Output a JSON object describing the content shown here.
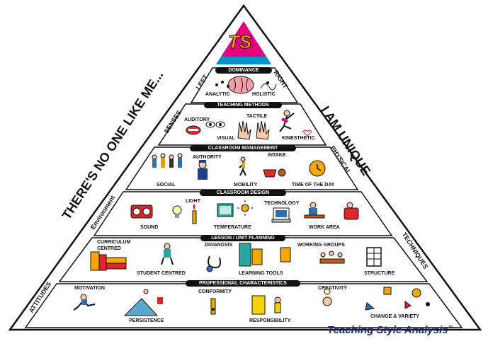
{
  "logo": {
    "text": "TS"
  },
  "side_labels": {
    "left_slogan": "THERE'S NO ONE LIKE ME...",
    "right_slogan": "I AM UNIQUE",
    "left_levels": [
      "LEFT",
      "SENSES",
      "Environment",
      "ATTITUDES"
    ],
    "right_levels": [
      "RIGHT",
      "PHYSICAL",
      "TECHNIQUES"
    ]
  },
  "levels": [
    {
      "title": "DOMINANCE",
      "items": [
        "ANALYTIC",
        "HOLISTIC"
      ]
    },
    {
      "title": "TEACHING METHODS",
      "items": [
        "AUDITORY",
        "VISUAL",
        "TACTILE",
        "KINESTHETIC"
      ]
    },
    {
      "title": "CLASSROOM MANAGEMENT",
      "items": [
        "AUTHORITY",
        "INTAKE",
        "SOCIAL",
        "MOBILITY",
        "TIME OF THE DAY"
      ]
    },
    {
      "title": "CLASSROOM DESIGN",
      "items": [
        "LIGHT",
        "TECHNOLOGY",
        "SOUND",
        "TEMPERATURE",
        "WORK AREA"
      ]
    },
    {
      "title": "LESSON / UNIT PLANNING",
      "items": [
        "CURRICULUM CENTRED",
        "DIAGNOSIS",
        "WORKING GROUPS",
        "STUDENT CENTRED",
        "LEARNING TOOLS",
        "STRUCTURE"
      ]
    },
    {
      "title": "PROFESSIONAL CHARACTERISTICS",
      "items": [
        "MOTIVATION",
        "CONFORMITY",
        "CREATIVITY",
        "PERSISTENCE",
        "RESPONSIBILITY",
        "CHANGE & VARIETY"
      ]
    }
  ],
  "footer": {
    "brand": "Teaching Style Analysis",
    "trademark": "™"
  },
  "colors": {
    "logo_top": "#e4007c",
    "logo_bottom": "#0093c9",
    "logo_text": "#f6a800",
    "outline": "#111111",
    "brand_text": "#1f2a6b"
  }
}
